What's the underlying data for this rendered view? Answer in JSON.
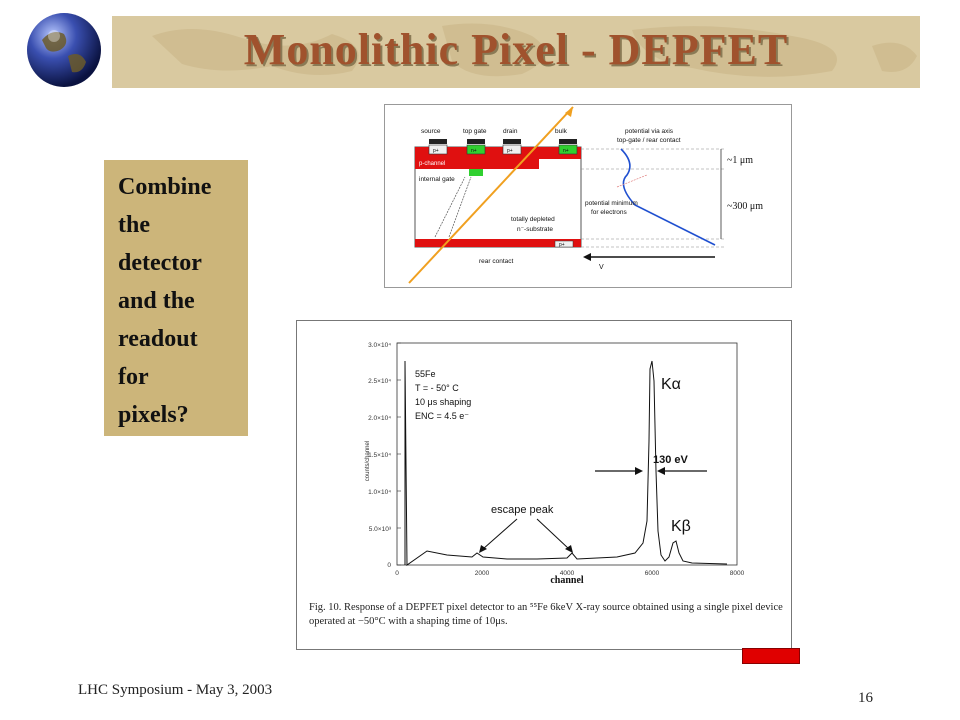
{
  "slide": {
    "title": "Monolithic Pixel - DEPFET",
    "side_text": "Combine\nthe\ndetector\nand the\nreadout\nfor\npixels?",
    "footer": "LHC Symposium - May 3, 2003",
    "page_number": "16"
  },
  "diagram": {
    "labels": {
      "source": "source",
      "top_gate": "top gate",
      "drain": "drain",
      "bulk": "bulk",
      "p_plus": "p+",
      "n_plus": "n+",
      "p_channel": "p-channel",
      "internal_gate": "internal gate",
      "depleted1": "totally depleted",
      "depleted2": "n⁻-substrate",
      "rear_contact": "rear contact",
      "potential1": "potential via axis",
      "potential2": "top-gate / rear contact",
      "minimum1": "potential minimum",
      "minimum2": "for electrons",
      "dim1": "~1 μm",
      "dim2": "~300 μm",
      "v_axis": "V"
    }
  },
  "spectrum": {
    "source": "55Fe",
    "temperature": "T = - 50° C",
    "shaping": "10 μs shaping",
    "enc": "ENC = 4.5 e⁻",
    "k_alpha": "Kα",
    "k_beta": "Kβ",
    "resolution": "130 eV",
    "escape_peak": "escape peak",
    "xlabel": "channel",
    "ylabel": "counts/channel",
    "x_ticks": [
      "0",
      "2000",
      "4000",
      "6000",
      "8000"
    ],
    "y_ticks": [
      "0",
      "5.0×10³",
      "1.0×10⁴",
      "1.5×10⁴",
      "2.0×10⁴",
      "2.5×10⁴",
      "3.0×10⁴"
    ],
    "caption": "Fig. 10. Response of a DEPFET pixel detector to an ⁵⁵Fe 6keV X-ray source obtained using a single pixel device operated at −50°C with a shaping time of 10μs."
  }
}
